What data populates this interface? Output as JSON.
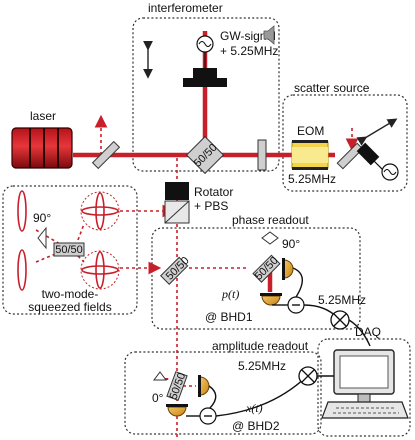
{
  "labels": {
    "interferometer": "interferometer",
    "gw_signal": "GW-signal",
    "gw_freq": "+ 5.25MHz",
    "laser": "laser",
    "scatter_source": "scatter source",
    "eom": "EOM",
    "scatter_freq": "5.25MHz",
    "bs_main": "50/50",
    "rotator": "Rotator",
    "pbs": "+ PBS",
    "sq_angle": "90°",
    "bs_sq": "50/50",
    "two_mode": "two-mode-",
    "squeezed_fields": "squeezed fields",
    "phase_readout": "phase readout",
    "bs_phase": "50/50",
    "phase_angle": "90°",
    "bs_bhd1": "50/50",
    "phase_signal": "p(t)",
    "bhd1": "@ BHD1",
    "phase_lo_freq": "5.25MHz",
    "amplitude_readout": "amplitude readout",
    "amp_angle": "0°",
    "bs_bhd2": "50/50",
    "amp_signal": "x(t)",
    "bhd2": "@ BHD2",
    "amp_lo_freq": "5.25MHz",
    "daq": "DAQ"
  },
  "colors": {
    "beam": "#c8202a",
    "detector": "#e0a030",
    "eom": "#f2d54a"
  },
  "icons": [
    "laser-icon",
    "signal-generator-icon",
    "speaker-icon",
    "computer-monitor-icon",
    "mixer-icon",
    "subtractor-icon"
  ]
}
